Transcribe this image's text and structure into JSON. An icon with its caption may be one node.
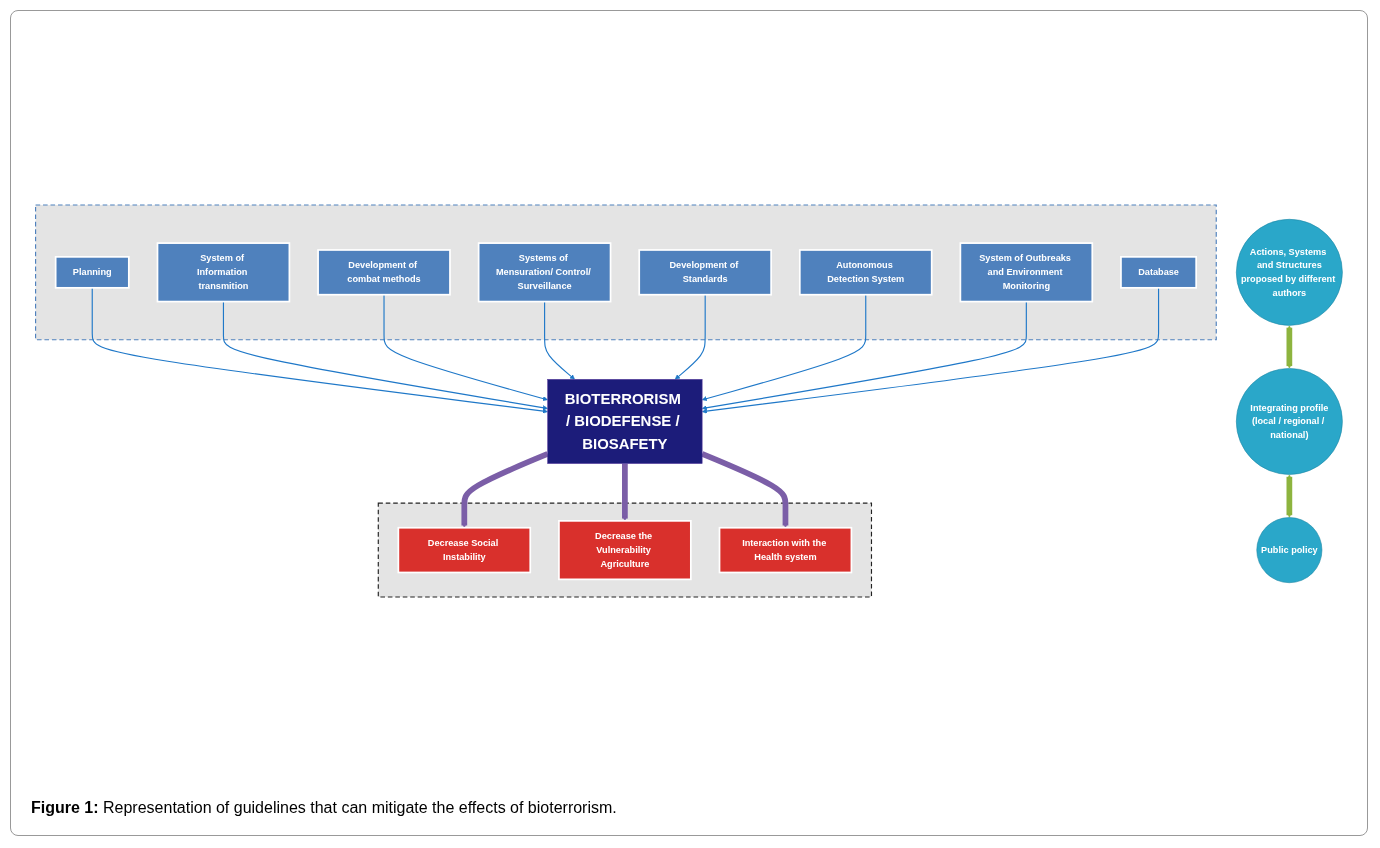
{
  "diagram": {
    "caption": "**Figure 1:** Representation of guidelines that can mitigate the effects of bioterrorism.",
    "nodes": [
      {
        "text": [],
        "shape": "box"
      },
      {
        "text": [
          "System of Information transmition"
        ],
        "in": 0
      },
      {
        "text": [
          "Systems of Mensuration/ Control/ Surveillance"
        ],
        "in": 0
      },
      {
        "text": [
          "Autonomous Detection System"
        ],
        "in": 0
      },
      {
        "text": [
          "Database"
        ],
        "in": 0
      },
      {
        "text": [
          "Planning"
        ],
        "in": 0
      },
      {
        "text": [
          "Development of combat methods"
        ],
        "in": 0
      },
      {
        "text": [
          "Development of Standards"
        ],
        "in": 0
      },
      {
        "text": [
          "System of Outbreaks and Environment Monitoring"
        ],
        "in": 0
      },
      {
        "text": [
          "BIOTERRORISM / BIODEFENSE / BIOSAFETY"
        ]
      },
      {
        "text": [],
        "shape": "box"
      },
      {
        "text": [
          "Decrease Social Instability"
        ],
        "in": 10
      },
      {
        "text": [
          "Decrease the Vulnerability Agriculture"
        ],
        "in": 10
      },
      {
        "text": [
          "Interaction with the Health system"
        ],
        "in": 10
      },
      {
        "text": [
          "Actions, Systems and Structures",
          "proposed by different authors"
        ]
      },
      {
        "text": [
          "Integrating profile",
          "(local / regional / national)"
        ]
      },
      {
        "text": [
          "Public policy"
        ]
      }
    ],
    "edges": [
      {
        "from": 5,
        "to": 9,
        "arrow": "to"
      },
      {
        "from": 1,
        "to": 9,
        "arrow": "to"
      },
      {
        "from": 6,
        "to": 9,
        "arrow": "to"
      },
      {
        "from": 2,
        "to": 9,
        "arrow": "to"
      },
      {
        "from": 7,
        "to": 9,
        "arrow": "to"
      },
      {
        "from": 3,
        "to": 9,
        "arrow": "to"
      },
      {
        "from": 8,
        "to": 9,
        "arrow": "to"
      },
      {
        "from": 4,
        "to": 9,
        "arrow": "to"
      },
      {
        "from": 9,
        "to": 11,
        "arrow": "to",
        "style": "thick",
        "color": "#7b5ea7"
      },
      {
        "from": 9,
        "to": 12,
        "arrow": "to",
        "style": "thick",
        "color": "#7b5ea7"
      },
      {
        "from": 9,
        "to": 13,
        "arrow": "to",
        "style": "thick",
        "color": "#7b5ea7"
      },
      {
        "from": 14,
        "to": 15,
        "arrow": "both",
        "style": "thick",
        "color": "#8db43e"
      },
      {
        "from": 15,
        "to": 16,
        "arrow": "both",
        "style": "thick",
        "color": "#8db43e"
      }
    ]
  }
}
